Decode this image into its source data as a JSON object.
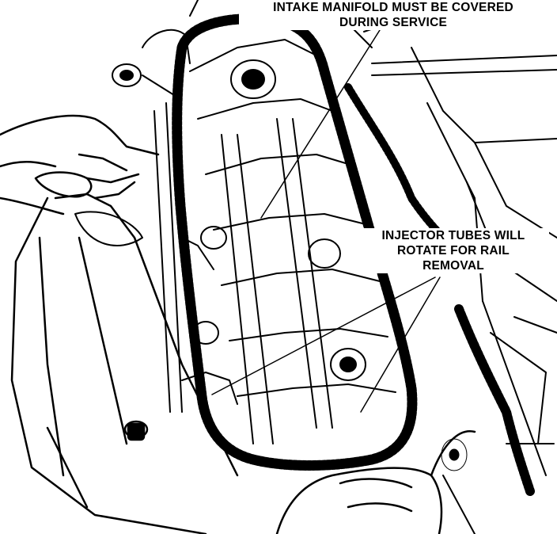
{
  "colors": {
    "ink": "#000000",
    "paper": "#ffffff"
  },
  "callouts": {
    "intake_manifold": {
      "line1": "INTAKE MANIFOLD MUST BE COVERED",
      "line2": "DURING SERVICE"
    },
    "injector_tubes": {
      "line1": "INJECTOR TUBES WILL",
      "line2": "ROTATE FOR RAIL",
      "line3": "REMOVAL"
    }
  }
}
